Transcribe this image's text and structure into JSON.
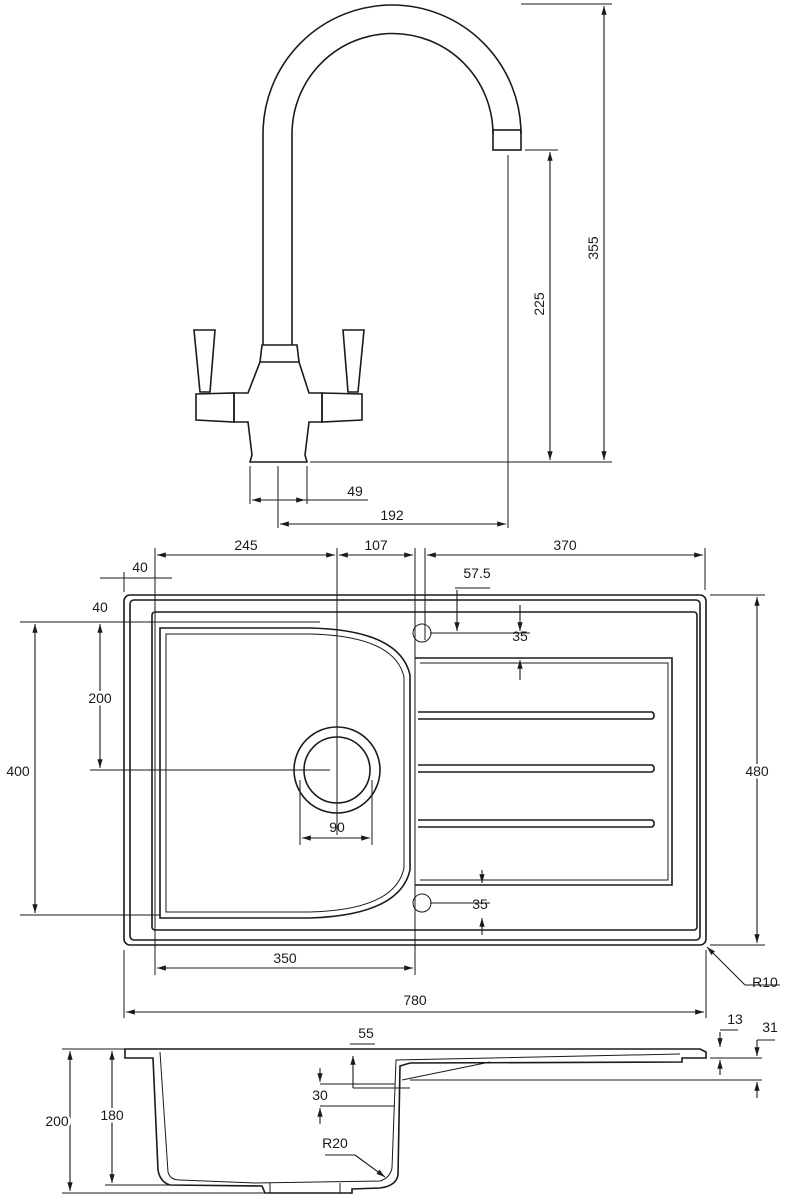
{
  "faucet": {
    "height_total": "355",
    "spout_height": "225",
    "base_width": "49",
    "reach": "192"
  },
  "sink_top": {
    "left_to_bowl_center": "245",
    "bowl_center_to_drainer": "107",
    "drainer_width": "370",
    "edge_offset_x": "40",
    "edge_offset_y": "40",
    "overflow_offset": "57.5",
    "groove_offset_top": "35",
    "groove_offset_bottom": "35",
    "bowl_center_height": "200",
    "bowl_length": "400",
    "waste_diameter": "90",
    "overall_depth": "480",
    "bowl_width": "350",
    "overall_width": "780",
    "corner_radius": "R10"
  },
  "sink_side": {
    "rim_offset": "55",
    "drainer_thickness": "13",
    "drainer_drop": "31",
    "overall_height": "200",
    "bowl_depth": "180",
    "overflow_height": "30",
    "bottom_radius": "R20"
  }
}
